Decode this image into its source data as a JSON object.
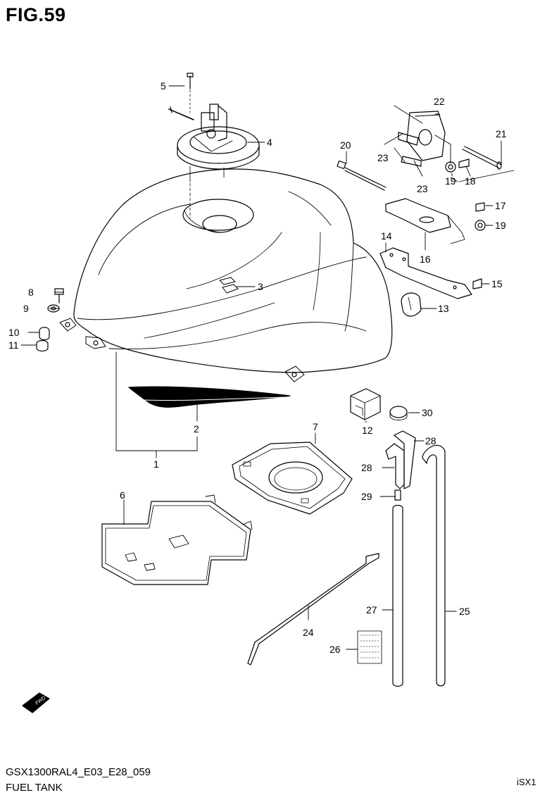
{
  "figure": {
    "title": "FIG.59"
  },
  "footer": {
    "model_code": "GSX1300RAL4_E03_E28_059",
    "section_name": "FUEL TANK",
    "ref": "iSX1"
  },
  "direction_badge": {
    "text": "FWD"
  },
  "callouts": [
    "1",
    "2",
    "3",
    "4",
    "5",
    "6",
    "7",
    "8",
    "9",
    "10",
    "11",
    "12",
    "13",
    "14",
    "15",
    "16",
    "17",
    "18",
    "19",
    "19",
    "20",
    "21",
    "22",
    "23",
    "23",
    "24",
    "25",
    "26",
    "27",
    "28",
    "28",
    "29",
    "30"
  ]
}
